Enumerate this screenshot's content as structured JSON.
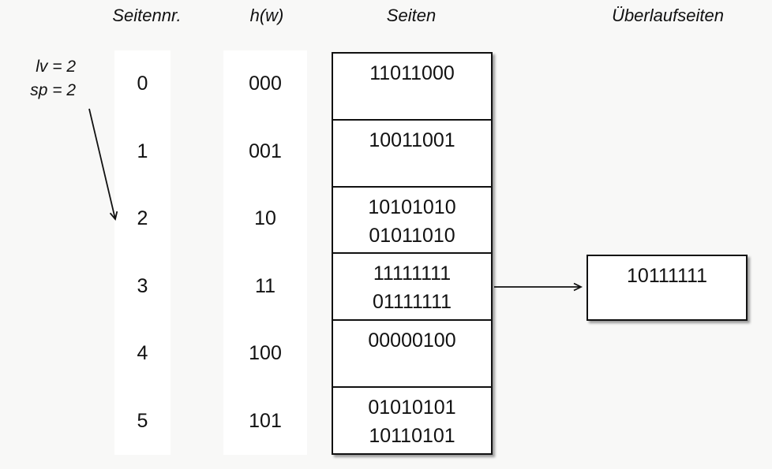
{
  "headers": {
    "seitennr": "Seitennr.",
    "hw": "h(w)",
    "seiten": "Seiten",
    "ueberlaufseiten": "Überlaufseiten"
  },
  "annotation": {
    "line1": "lv = 2",
    "line2": "sp = 2",
    "points_to_row": "2"
  },
  "rows": [
    {
      "nr": "0",
      "hw": "000",
      "entries": [
        "11011000"
      ]
    },
    {
      "nr": "1",
      "hw": "001",
      "entries": [
        "10011001"
      ]
    },
    {
      "nr": "2",
      "hw": "10",
      "entries": [
        "10101010",
        "01011010"
      ]
    },
    {
      "nr": "3",
      "hw": "11",
      "entries": [
        "11111111",
        "01111111"
      ]
    },
    {
      "nr": "4",
      "hw": "100",
      "entries": [
        "00000100"
      ]
    },
    {
      "nr": "5",
      "hw": "101",
      "entries": [
        "01010101",
        "10110101"
      ]
    }
  ],
  "overflow": {
    "entries": [
      "10111111"
    ],
    "linked_row": "3"
  },
  "colors": {
    "background": "#f8f8f7",
    "box_fill": "#ffffff",
    "line": "#111111"
  }
}
